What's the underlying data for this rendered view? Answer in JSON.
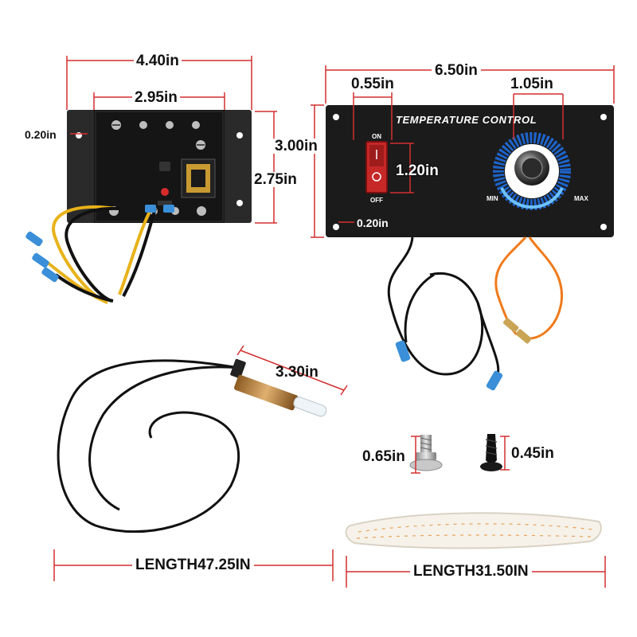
{
  "dimensions": {
    "controller_width": "4.40in",
    "controller_hole_spacing": "2.95in",
    "controller_side_margin": "0.20in",
    "controller_height": "2.75in",
    "panel_width": "6.50in",
    "panel_height": "3.00in",
    "switch_width": "0.55in",
    "switch_height": "1.20in",
    "knob_diameter": "1.05in",
    "panel_hole_margin": "0.20in",
    "probe_length": "3.30in",
    "probe_cable_length": "LENGTH47.25IN",
    "rope_length": "LENGTH31.50IN",
    "bolt_size": "0.65in",
    "screw_size": "0.45in"
  },
  "panel": {
    "title": "TEMPERATURE CONTROL",
    "switch_on": "ON",
    "switch_off": "OFF",
    "dial_min": "MIN",
    "dial_max": "MAX"
  },
  "colors": {
    "dimension_line": "#d32f2f",
    "panel": "#1b1b1b",
    "dial_ring": "#1e63c8",
    "switch": "#c62828",
    "wire_yellow": "#e8b21a",
    "wire_orange": "#f07a1a",
    "connector": "#3a8fd8"
  }
}
